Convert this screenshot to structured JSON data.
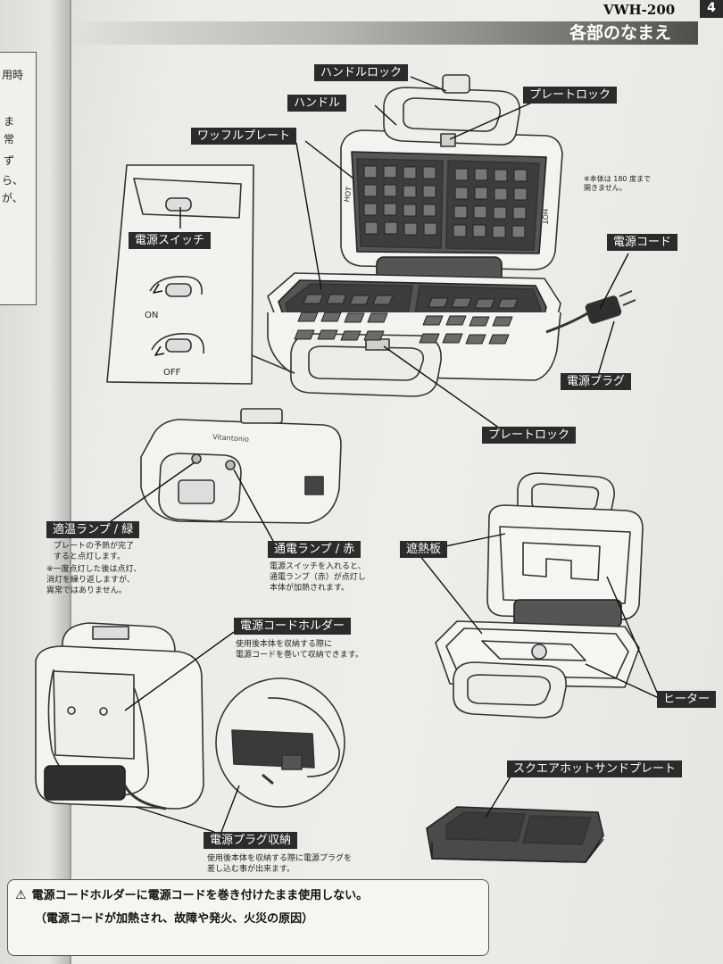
{
  "header": {
    "model": "VWH-200",
    "page_number": "4",
    "title": "各部のなまえ"
  },
  "prev_page": {
    "fragments": [
      "用時",
      "ま",
      "常",
      "ず",
      "ら、",
      "が、"
    ]
  },
  "labels": {
    "handle_lock": "ハンドルロック",
    "handle": "ハンドル",
    "plate_lock_top": "プレートロック",
    "waffle_plate": "ワッフルプレート",
    "power_switch": "電源スイッチ",
    "power_cord": "電源コード",
    "power_plug": "電源プラグ",
    "plate_lock_bottom": "プレートロック",
    "warm_lamp": "適温ランプ / 緑",
    "power_lamp": "通電ランプ / 赤",
    "heat_shield": "遮熱板",
    "heater": "ヒーター",
    "cord_holder": "電源コードホルダー",
    "plug_storage": "電源プラグ収納",
    "square_plate": "スクエアホットサンドプレート"
  },
  "diagram_text": {
    "on": "ON",
    "off": "OFF",
    "hot": "HOT",
    "brand": "Vitantonio"
  },
  "notes": {
    "open_limit": "※本体は 180 度まで\n開きません。",
    "warm_lamp_desc": "プレートの予熱が完了\nすると点灯します。",
    "warm_lamp_note": "※一度点灯した後は点灯、\n消灯を繰り返しますが、\n異常ではありません。",
    "power_lamp_desc": "電源スイッチを入れると、\n通電ランプ（赤）が点灯し\n本体が加熱されます。",
    "cord_holder_desc": "使用後本体を収納する際に\n電源コードを巻いて収納できます。",
    "plug_storage_desc": "使用後本体を収納する際に電源プラグを\n差し込む事が出来ます。"
  },
  "warning": {
    "icon": "warning-triangle-icon",
    "line1": "電源コードホルダーに電源コードを巻き付けたまま使用しない。",
    "line2": "（電源コードが加熱され、故障や発火、火災の原因）"
  }
}
